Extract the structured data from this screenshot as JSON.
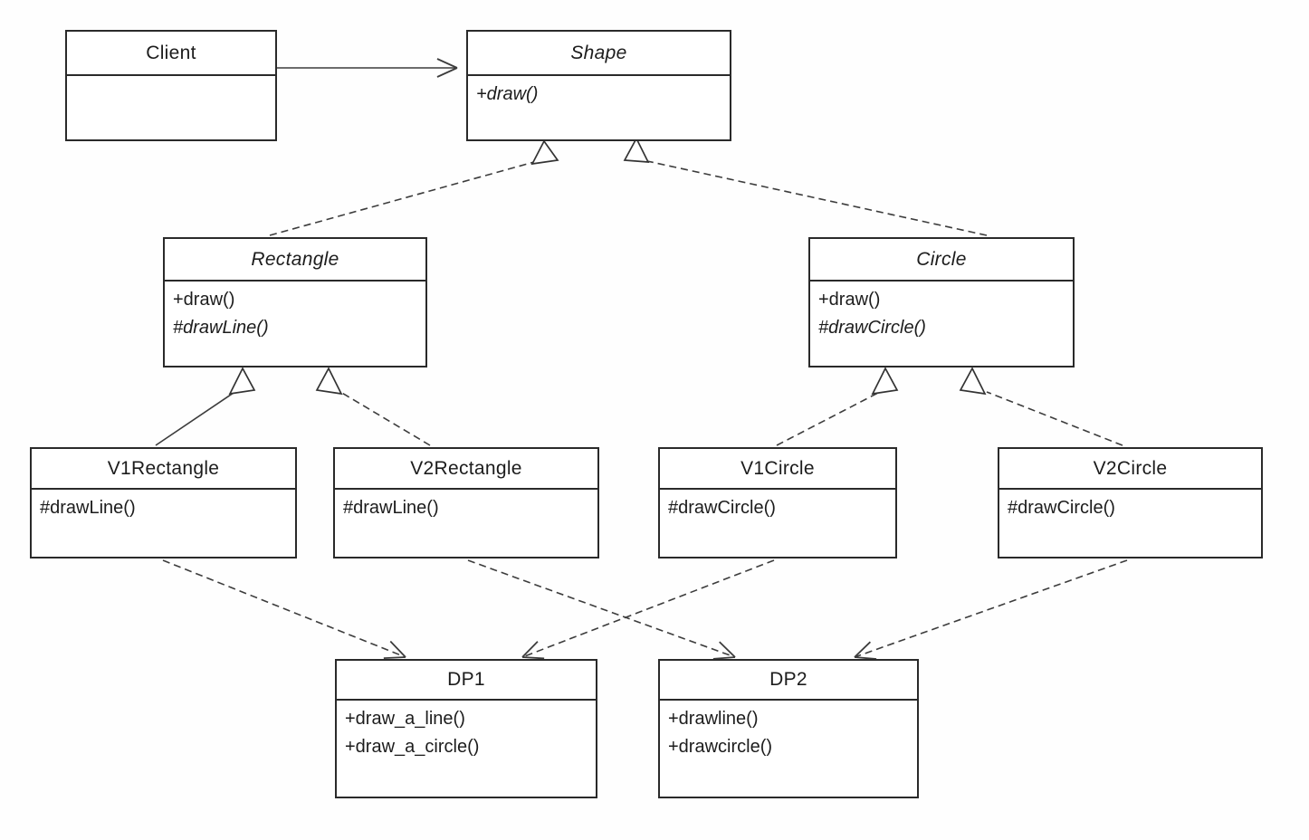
{
  "diagram_type": "UML class diagram",
  "classes": {
    "client": {
      "name": "Client",
      "methods": []
    },
    "shape": {
      "name": "Shape",
      "methods": [
        "+draw()"
      ]
    },
    "rectangle": {
      "name": "Rectangle",
      "methods": [
        "+draw()",
        "#drawLine()"
      ]
    },
    "circle": {
      "name": "Circle",
      "methods": [
        "+draw()",
        "#drawCircle()"
      ]
    },
    "v1rectangle": {
      "name": "V1Rectangle",
      "methods": [
        "#drawLine()"
      ]
    },
    "v2rectangle": {
      "name": "V2Rectangle",
      "methods": [
        "#drawLine()"
      ]
    },
    "v1circle": {
      "name": "V1Circle",
      "methods": [
        "#drawCircle()"
      ]
    },
    "v2circle": {
      "name": "V2Circle",
      "methods": [
        "#drawCircle()"
      ]
    },
    "dp1": {
      "name": "DP1",
      "methods": [
        "+draw_a_line()",
        "+draw_a_circle()"
      ]
    },
    "dp2": {
      "name": "DP2",
      "methods": [
        "+drawline()",
        "+drawcircle()"
      ]
    }
  },
  "relationships": [
    {
      "from": "Client",
      "to": "Shape",
      "type": "association-arrow"
    },
    {
      "from": "Rectangle",
      "to": "Shape",
      "type": "generalization"
    },
    {
      "from": "Circle",
      "to": "Shape",
      "type": "generalization"
    },
    {
      "from": "V1Rectangle",
      "to": "Rectangle",
      "type": "generalization"
    },
    {
      "from": "V2Rectangle",
      "to": "Rectangle",
      "type": "generalization"
    },
    {
      "from": "V1Circle",
      "to": "Circle",
      "type": "generalization"
    },
    {
      "from": "V2Circle",
      "to": "Circle",
      "type": "generalization"
    },
    {
      "from": "V1Rectangle",
      "to": "DP1",
      "type": "dependency"
    },
    {
      "from": "V1Circle",
      "to": "DP1",
      "type": "dependency"
    },
    {
      "from": "V2Rectangle",
      "to": "DP2",
      "type": "dependency"
    },
    {
      "from": "V2Circle",
      "to": "DP2",
      "type": "dependency"
    }
  ],
  "colors": {
    "line": "#3c3c3c",
    "border": "#2a2a2a",
    "text": "#1c1c1c",
    "background": "#ffffff"
  }
}
